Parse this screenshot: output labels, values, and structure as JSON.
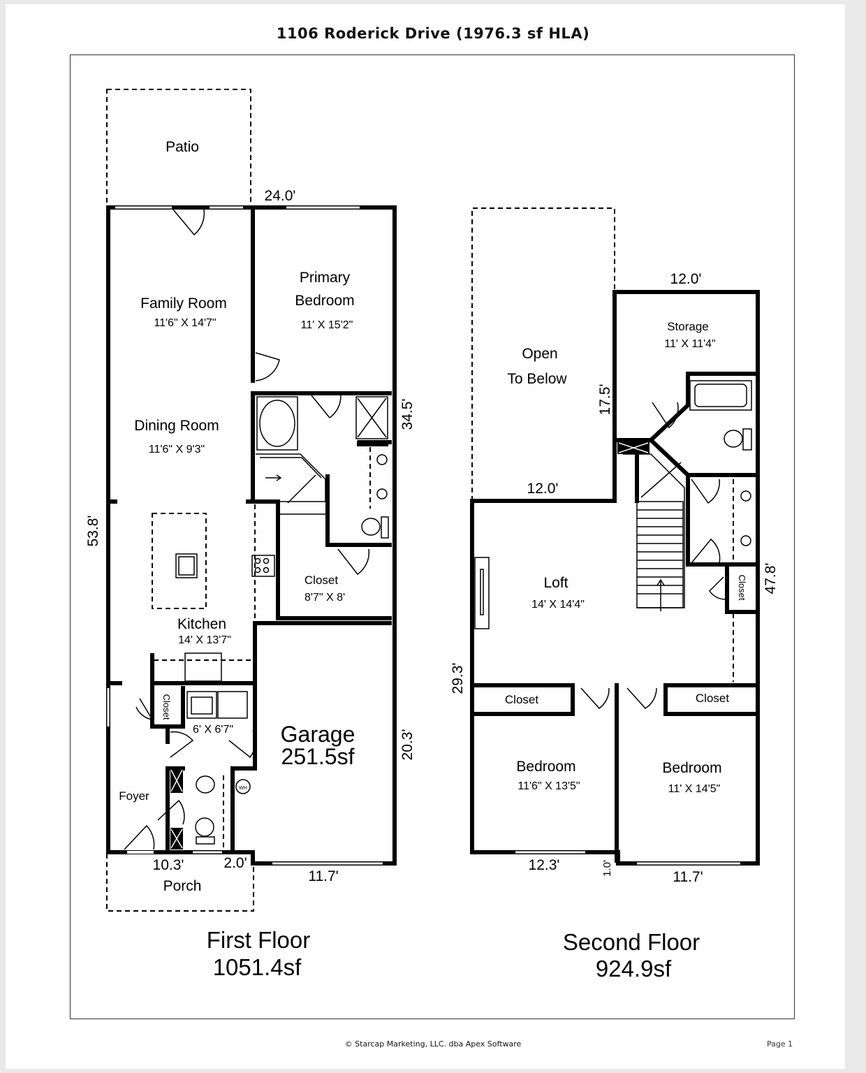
{
  "title": "1106 Roderick Drive (1976.3 sf HLA)",
  "first_floor": {
    "name": "First Floor",
    "area": "1051.4sf",
    "rooms": {
      "patio": "Patio",
      "family_room": {
        "name": "Family Room",
        "size": "11'6\" X 14'7\""
      },
      "primary_bedroom": {
        "name1": "Primary",
        "name2": "Bedroom",
        "size": "11' X 15'2\""
      },
      "dining_room": {
        "name": "Dining Room",
        "size": "11'6\" X 9'3\""
      },
      "closet": {
        "name": "Closet",
        "size": "8'7\" X 8'"
      },
      "kitchen": {
        "name": "Kitchen",
        "size": "14' X 13'7\""
      },
      "small_closet": "Closet",
      "laundry_size": "6' X 6'7\"",
      "garage": {
        "name": "Garage",
        "area": "251.5sf"
      },
      "foyer": "Foyer",
      "porch": "Porch",
      "water_heater": "WH"
    },
    "dimensions": {
      "top": "24.0'",
      "left": "53.8'",
      "right_upper": "34.5'",
      "right_lower": "20.3'",
      "bottom_left": "10.3'",
      "bottom_mid": "2.0'",
      "bottom_right": "11.7'"
    }
  },
  "second_floor": {
    "name": "Second Floor",
    "area": "924.9sf",
    "rooms": {
      "open_below": {
        "line1": "Open",
        "line2": "To Below"
      },
      "storage": {
        "name": "Storage",
        "size": "11' X 11'4\""
      },
      "loft": {
        "name": "Loft",
        "size": "14' X 14'4\""
      },
      "closet_left": "Closet",
      "closet_right": "Closet",
      "closet_small": "Closet",
      "bedroom_left": {
        "name": "Bedroom",
        "size": "11'6\" X 13'5\""
      },
      "bedroom_right": {
        "name": "Bedroom",
        "size": "11' X 14'5\""
      }
    },
    "dimensions": {
      "top": "12.0'",
      "open_side": "17.5'",
      "loft_top": "12.0'",
      "left": "29.3'",
      "right": "47.8'",
      "bottom_left": "12.3'",
      "bottom_step": "1.0'",
      "bottom_right": "11.7'"
    }
  },
  "footer": {
    "copyright": "© Starcap Marketing, LLC. dba Apex Software",
    "page": "Page 1"
  }
}
